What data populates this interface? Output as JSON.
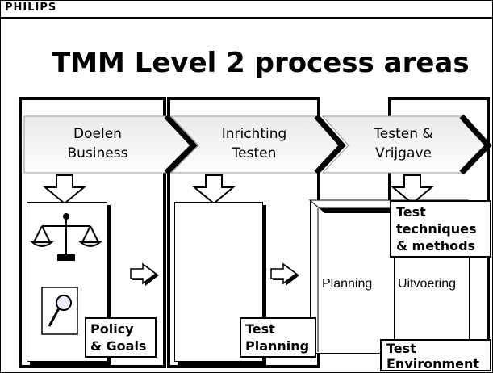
{
  "header": {
    "logo": "PHILIPS"
  },
  "slide": {
    "title": "TMM Level 2 process areas"
  },
  "stages": [
    {
      "line1": "Doelen",
      "line2": "Business"
    },
    {
      "line1": "Inrichting",
      "line2": "Testen"
    },
    {
      "line1": "Testen &",
      "line2": "Vrijgave"
    }
  ],
  "areas": {
    "policy": {
      "line1": "Policy",
      "line2": "& Goals"
    },
    "planning": {
      "line1": "Test",
      "line2": "Planning"
    },
    "techniques": {
      "line1": "Test",
      "line2": "techniques",
      "line3": "& methods"
    },
    "environment": {
      "line1": "Test",
      "line2": "Environment"
    }
  },
  "docs": {
    "planning": "Planning",
    "execution": "Uitvoering"
  },
  "icons": [
    "scales-icon",
    "magnifier-icon",
    "chess-icon"
  ]
}
